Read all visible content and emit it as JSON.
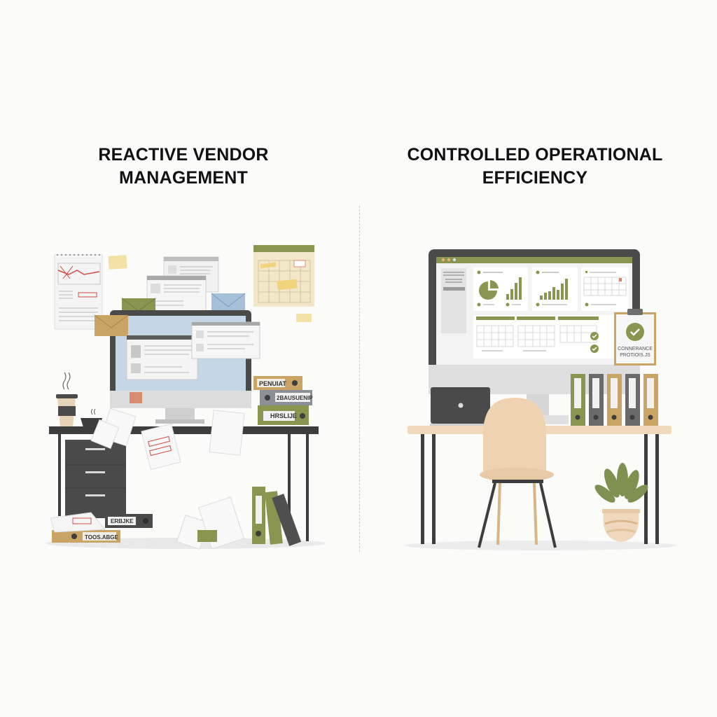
{
  "left_panel": {
    "title_line1": "REACTIVE VENDOR",
    "title_line2": "MANAGEMENT",
    "scene": "cluttered-desk",
    "binder_labels": [
      "PENUIAT",
      "2BAUSUENIP",
      "HRSLIJE",
      "ERBJKE",
      "TOOS.ABGE"
    ]
  },
  "right_panel": {
    "title_line1": "CONTROLLED OPERATIONAL",
    "title_line2": "EFFICIENCY",
    "scene": "organized-desk",
    "clipboard_line1": "CONNERANCE",
    "clipboard_line2": "PROTIOIS.JS",
    "dashboard_window_dots": [
      "#e9b46a",
      "#e9b46a",
      "#cfe0ea"
    ],
    "bar_chart_1": [
      12,
      22,
      36,
      52
    ],
    "bar_chart_2": [
      10,
      18,
      22,
      30,
      26,
      40,
      52
    ]
  },
  "colors": {
    "olive": "#8a9550",
    "tan": "#c9a465",
    "charcoal": "#4a4a4a",
    "desk_top_dark": "#3d3d3d",
    "desk_top_light": "#efd8bc",
    "screen_blue": "#c5d6e6",
    "envelope_blue": "#a7c0da",
    "envelope_green": "#8a9550",
    "envelope_tan": "#c9a465",
    "sticky": "#f3e2a6",
    "red_stamp": "#d24b43"
  }
}
